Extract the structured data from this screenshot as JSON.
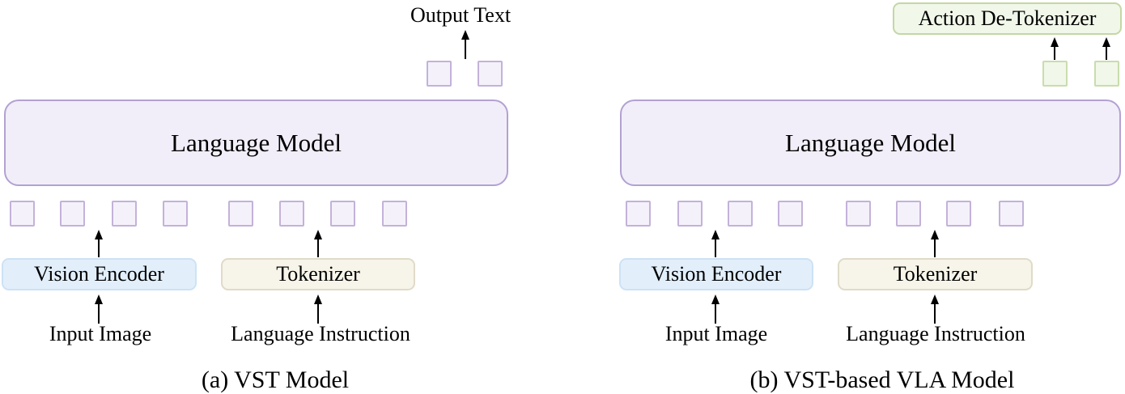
{
  "colors": {
    "background": "#ffffff",
    "text": "#000000",
    "arrow": "#000000",
    "language_model_fill": "#f1eef9",
    "language_model_border": "#b3a1d2",
    "token_square_fill": "#f5f1fa",
    "token_square_border": "#c3b2da",
    "vision_encoder_fill": "#e2effb",
    "vision_encoder_border": "#cde2f5",
    "tokenizer_fill": "#f7f4e9",
    "tokenizer_border": "#e0dbc8",
    "action_detokenizer_fill": "#f1f7e9",
    "action_detokenizer_border": "#c4d7a6",
    "action_token_fill": "#f1f7e9",
    "action_token_border": "#c9ddad"
  },
  "panel_a": {
    "output_text": "Output Text",
    "language_model": "Language Model",
    "vision_encoder": "Vision Encoder",
    "tokenizer": "Tokenizer",
    "input_image": "Input Image",
    "language_instruction": "Language Instruction",
    "caption": "(a) VST Model",
    "input_token_count": 8,
    "output_token_count": 2
  },
  "panel_b": {
    "action_detokenizer": "Action De-Tokenizer",
    "language_model": "Language Model",
    "vision_encoder": "Vision Encoder",
    "tokenizer": "Tokenizer",
    "input_image": "Input Image",
    "language_instruction": "Language Instruction",
    "caption": "(b) VST-based VLA Model",
    "input_token_count": 8,
    "action_token_count": 2
  }
}
